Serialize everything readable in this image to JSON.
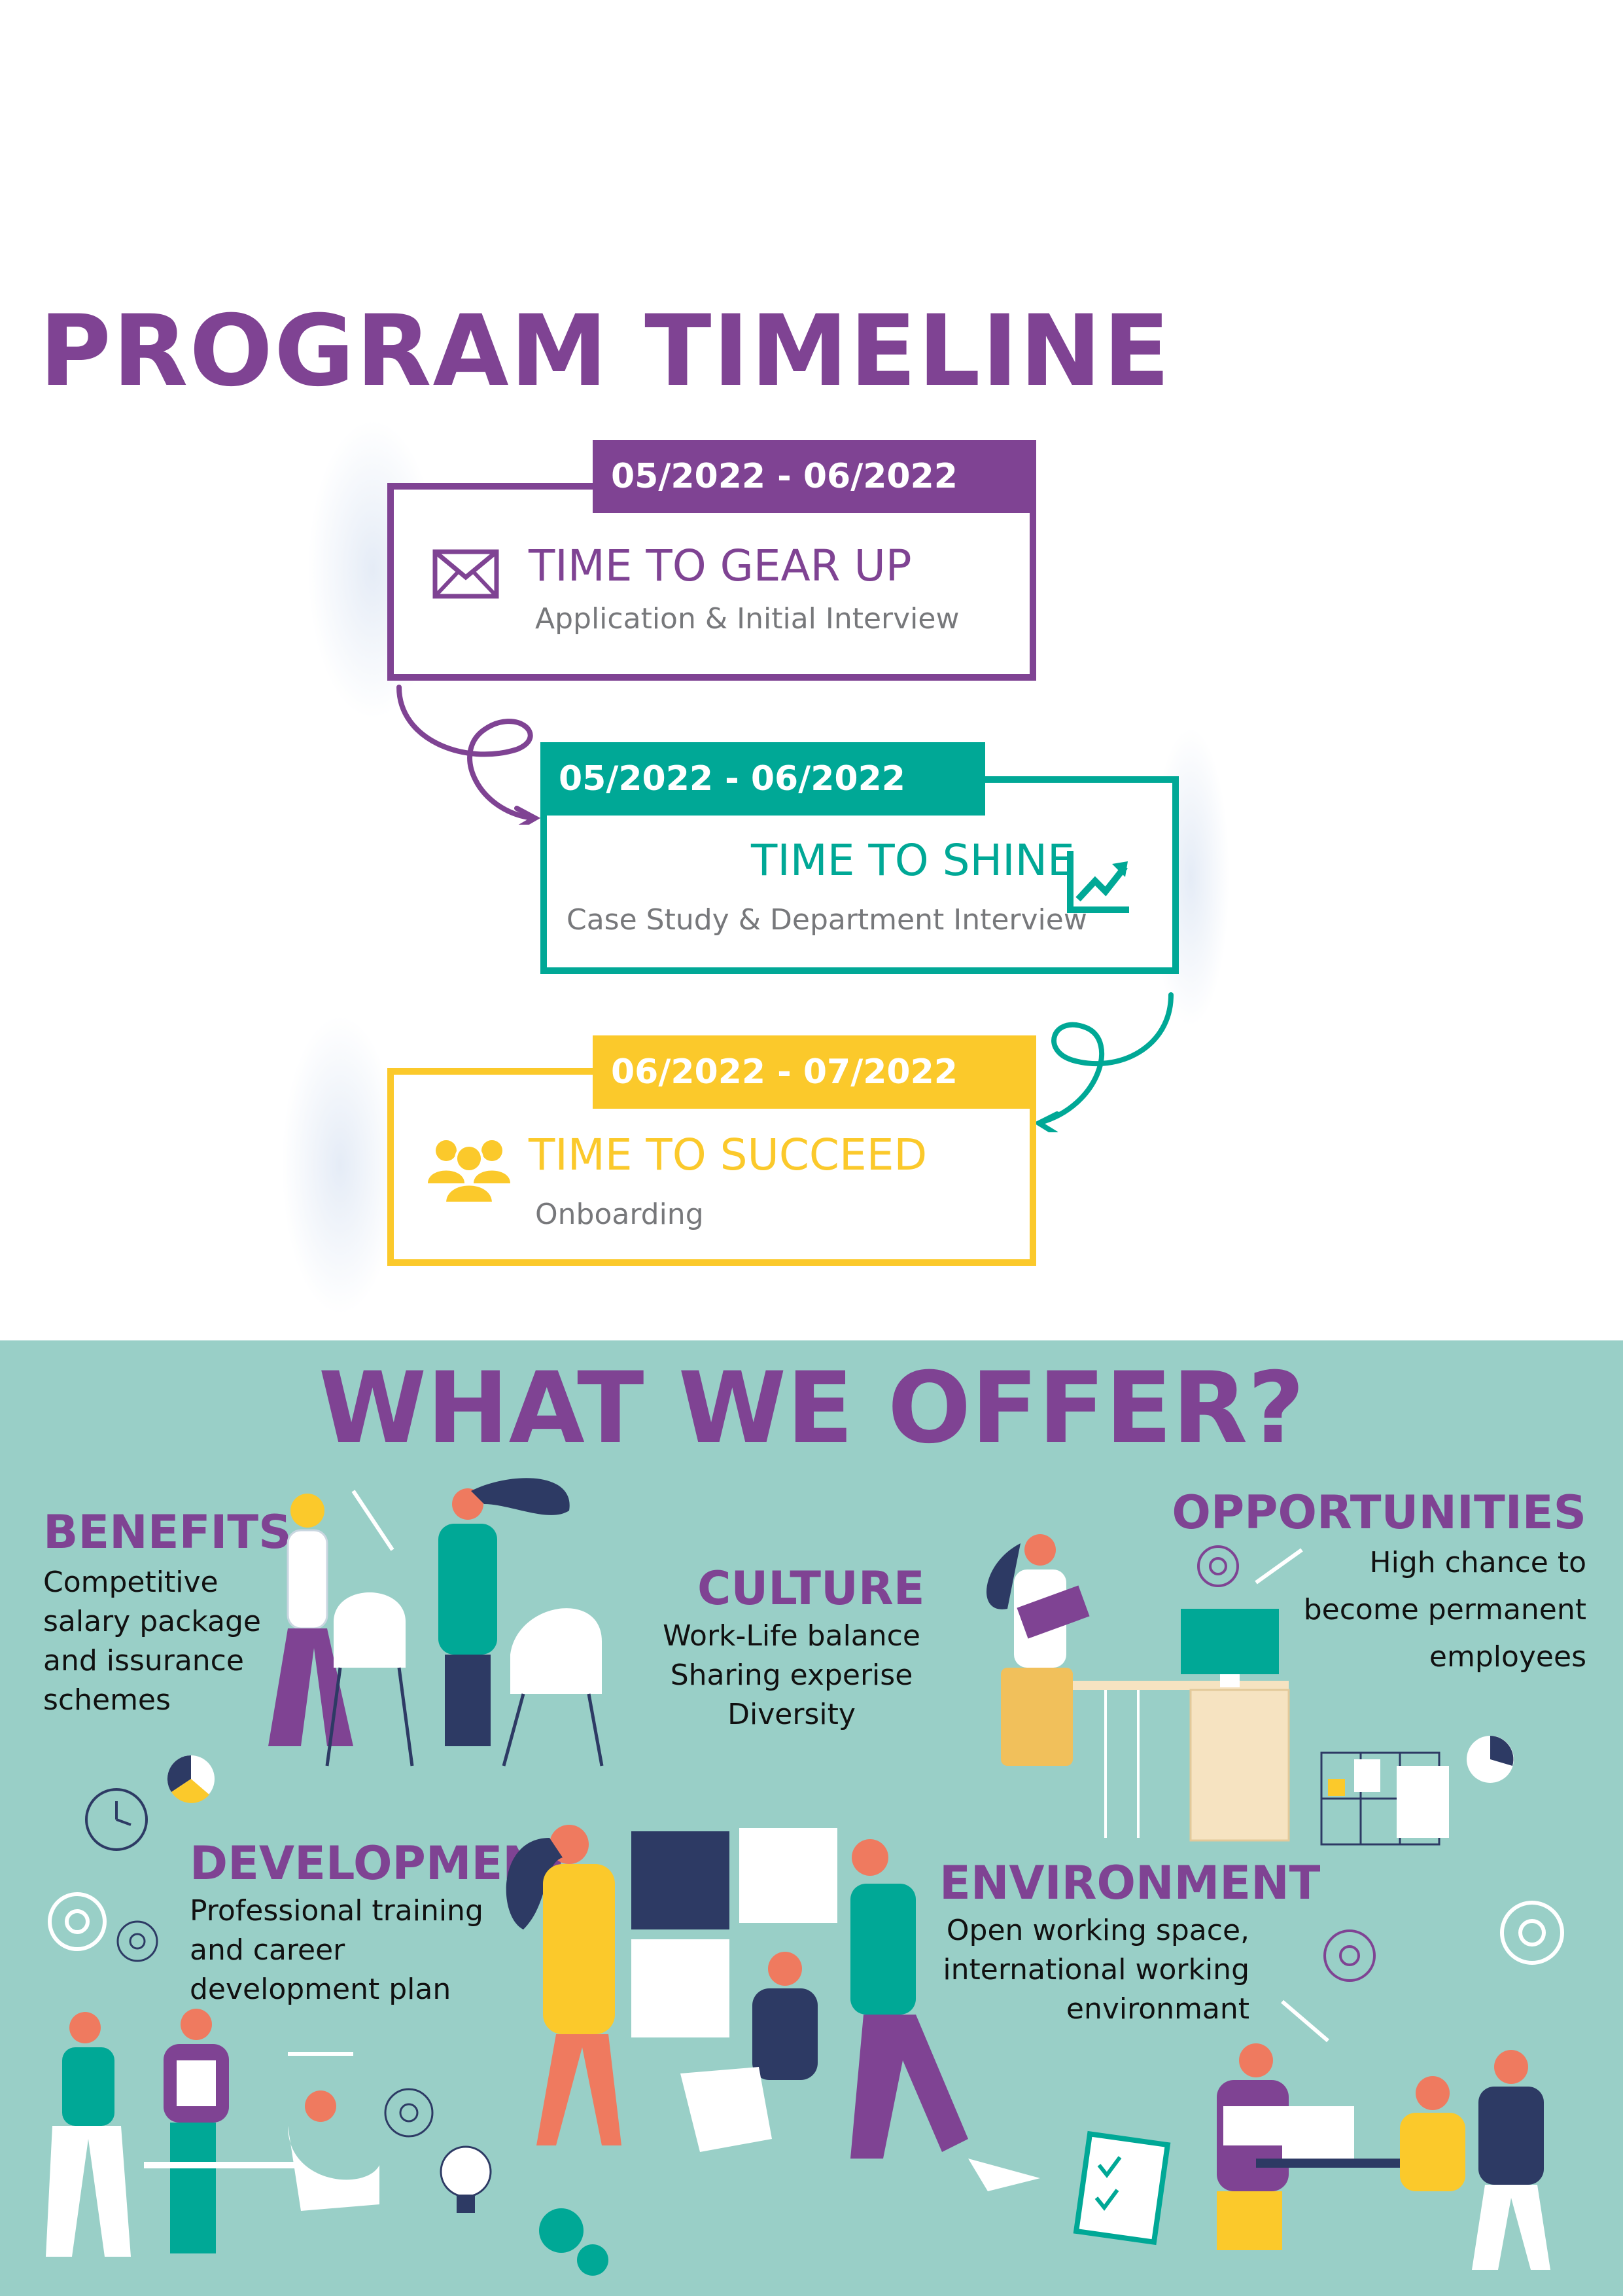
{
  "colors": {
    "purple": "#7f4393",
    "teal": "#00a896",
    "yellow": "#fbc92b",
    "mint": "#99cfc7",
    "grey": "#77787b",
    "navy": "#2d3a64",
    "coral": "#ef7a5f"
  },
  "timeline": {
    "title": "PROGRAM TIMELINE",
    "stages": [
      {
        "date": "05/2022 - 06/2022",
        "title": "TIME TO GEAR UP",
        "subtitle": "Application & Initial Interview",
        "icon": "envelope-icon"
      },
      {
        "date": "05/2022 - 06/2022",
        "title": "TIME TO SHINE",
        "subtitle": "Case Study & Department Interview",
        "icon": "trend-up-icon"
      },
      {
        "date": "06/2022 - 07/2022",
        "title": "TIME TO SUCCEED",
        "subtitle": "Onboarding",
        "icon": "team-icon"
      }
    ]
  },
  "offer": {
    "title": "WHAT WE OFFER?",
    "benefits": {
      "heading": "BENEFITS",
      "lines": [
        "Competitive",
        "salary package",
        "and issurance",
        "schemes"
      ]
    },
    "culture": {
      "heading": "CULTURE",
      "lines": [
        "Work-Life balance",
        "Sharing experise",
        "Diversity"
      ]
    },
    "opportunities": {
      "heading": "OPPORTUNITIES",
      "lines": [
        "High chance to",
        "become permanent",
        "employees"
      ]
    },
    "development": {
      "heading": "DEVELOPMENT",
      "lines": [
        "Professional training",
        "and career",
        "development plan"
      ]
    },
    "environment": {
      "heading": "ENVIRONMENT",
      "lines": [
        "Open working space,",
        "international working",
        "environmant"
      ]
    }
  }
}
